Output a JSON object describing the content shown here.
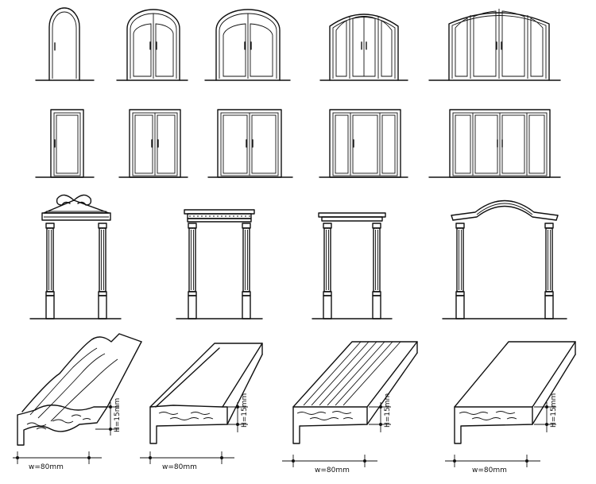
{
  "diagram": {
    "rows": [
      {
        "name": "arched-doors",
        "items": [
          "single-arched-door",
          "double-arched-door",
          "double-arched-door-wide",
          "triple-arched-door",
          "quad-arched-door"
        ]
      },
      {
        "name": "rectangular-doors",
        "items": [
          "single-door",
          "double-door",
          "double-door-wide",
          "triple-door",
          "quad-door"
        ]
      },
      {
        "name": "door-frames",
        "items": [
          "pediment-frame",
          "dentil-frame",
          "flat-cornice-frame",
          "arched-cornice-frame"
        ]
      },
      {
        "name": "moulding-profiles",
        "items": [
          "ogee-profile",
          "bevel-profile",
          "grooved-profile",
          "flat-profile"
        ]
      }
    ],
    "dimensions": {
      "height_label": "H=15mm",
      "width_label": "w=80mm"
    }
  }
}
